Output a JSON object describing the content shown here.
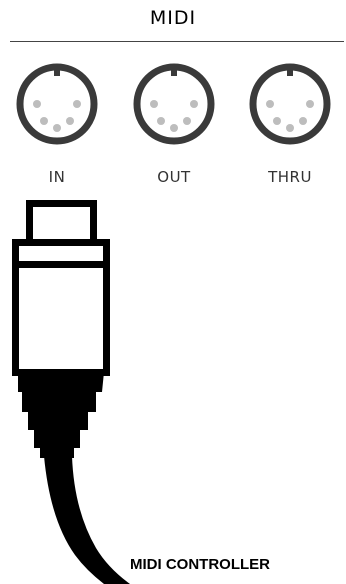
{
  "header": {
    "title": "MIDI"
  },
  "ports": [
    {
      "label": "IN"
    },
    {
      "label": "OUT"
    },
    {
      "label": "THRU"
    }
  ],
  "cable": {
    "caption": "MIDI CONTROLLER"
  },
  "colors": {
    "port_ring": "#3a3a3a",
    "port_pin": "#bdbdbd",
    "plug": "#000000"
  }
}
